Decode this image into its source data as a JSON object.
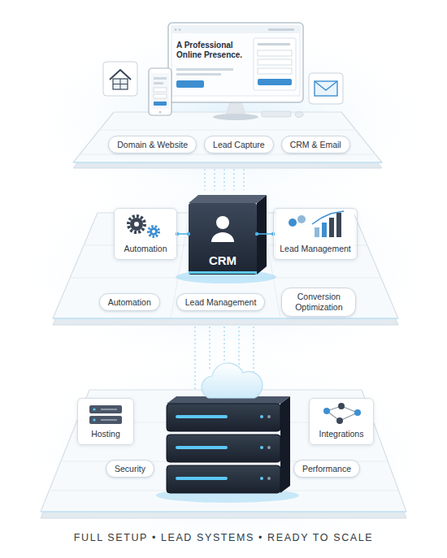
{
  "diagram": {
    "caption": "FULL SETUP • LEAD SYSTEMS • READY TO SCALE",
    "nodes": [
      {
        "text": [
          "Domain & Website"
        ]
      },
      {
        "text": [
          "Lead Capture"
        ]
      },
      {
        "text": [
          "CRM & Email"
        ]
      },
      {
        "text": [
          "Automation"
        ]
      },
      {
        "text": [
          "CRM"
        ]
      },
      {
        "text": [
          "Lead Management"
        ]
      },
      {
        "text": [
          "Automation"
        ]
      },
      {
        "text": [
          "Lead Management"
        ]
      },
      {
        "text": [
          "Conversion Optimization"
        ]
      },
      {
        "text": [
          "Hosting"
        ]
      },
      {
        "text": [
          "Integrations"
        ]
      },
      {
        "text": [
          "Security"
        ]
      },
      {
        "text": [
          "Performance"
        ]
      }
    ],
    "edges": [
      {
        "from": 3,
        "to": 4,
        "arrow": "none"
      },
      {
        "from": 4,
        "to": 5,
        "arrow": "none"
      }
    ],
    "labels": [
      "A Professional Online Presence."
    ]
  }
}
